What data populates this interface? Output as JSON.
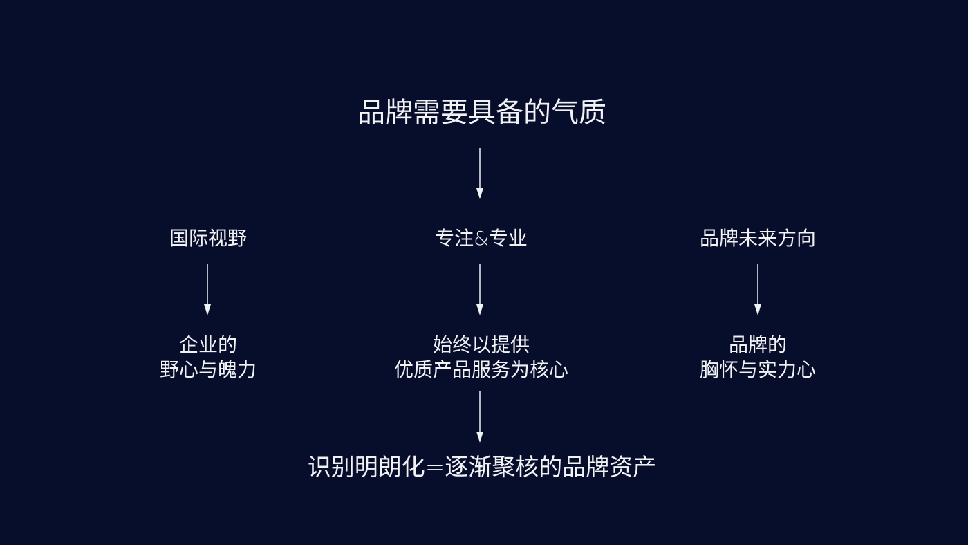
{
  "title": "品牌需要具备的气质",
  "columns": [
    {
      "label": "国际视野",
      "desc": [
        "企业的",
        "野心与魄力"
      ]
    },
    {
      "label": "专注&专业",
      "desc": [
        "始终以提供",
        "优质产品服务为核心"
      ]
    },
    {
      "label": "品牌未来方向",
      "desc": [
        "品牌的",
        "胸怀与实力心"
      ]
    }
  ],
  "conclusion": "识别明朗化=逐渐聚核的品牌资产",
  "colors": {
    "background": "#070e2b",
    "text": "#f2f2f5"
  }
}
